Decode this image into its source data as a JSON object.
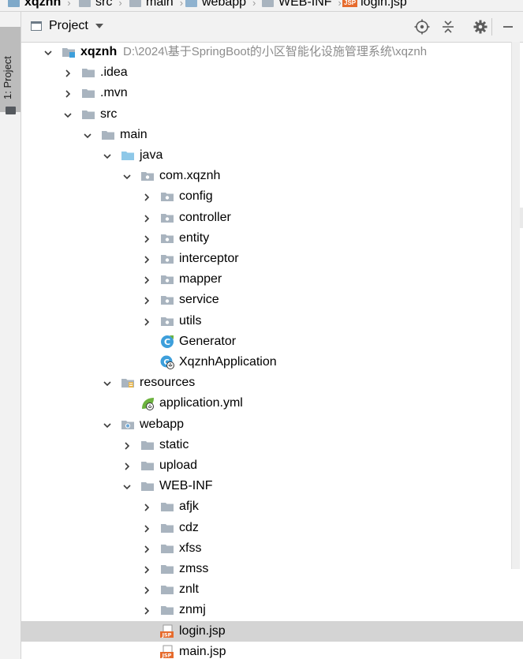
{
  "breadcrumb": {
    "items": [
      {
        "label": "xqznh",
        "icon": "module-folder-icon"
      },
      {
        "label": "src",
        "icon": "folder-icon"
      },
      {
        "label": "main",
        "icon": "folder-icon"
      },
      {
        "label": "webapp",
        "icon": "web-folder-icon"
      },
      {
        "label": "WEB-INF",
        "icon": "folder-icon"
      },
      {
        "label": "login.jsp",
        "icon": "jsp-file-icon"
      }
    ],
    "jsp_badge": "JSP"
  },
  "tool_window": {
    "tab_label": "1: Project"
  },
  "panel_header": {
    "view_label": "Project",
    "buttons": [
      "locate-icon",
      "collapse-all-icon",
      "gear-icon",
      "hide-icon"
    ]
  },
  "tree": {
    "root": {
      "label": "xqznh",
      "path": "D:\\2024\\基于SpringBoot的小区智能化设施管理系统\\xqznh"
    },
    "items": [
      {
        "label": ".idea",
        "depth": 1,
        "state": "collapsed",
        "icon": "folder"
      },
      {
        "label": ".mvn",
        "depth": 1,
        "state": "collapsed",
        "icon": "folder"
      },
      {
        "label": "src",
        "depth": 1,
        "state": "expanded",
        "icon": "folder"
      },
      {
        "label": "main",
        "depth": 2,
        "state": "expanded",
        "icon": "folder"
      },
      {
        "label": "java",
        "depth": 3,
        "state": "expanded",
        "icon": "source-folder"
      },
      {
        "label": "com.xqznh",
        "depth": 4,
        "state": "expanded",
        "icon": "package"
      },
      {
        "label": "config",
        "depth": 5,
        "state": "collapsed",
        "icon": "package"
      },
      {
        "label": "controller",
        "depth": 5,
        "state": "collapsed",
        "icon": "package"
      },
      {
        "label": "entity",
        "depth": 5,
        "state": "collapsed",
        "icon": "package"
      },
      {
        "label": "interceptor",
        "depth": 5,
        "state": "collapsed",
        "icon": "package"
      },
      {
        "label": "mapper",
        "depth": 5,
        "state": "collapsed",
        "icon": "package"
      },
      {
        "label": "service",
        "depth": 5,
        "state": "collapsed",
        "icon": "package"
      },
      {
        "label": "utils",
        "depth": 5,
        "state": "collapsed",
        "icon": "package"
      },
      {
        "label": "Generator",
        "depth": 5,
        "state": "leaf",
        "icon": "class"
      },
      {
        "label": "XqznhApplication",
        "depth": 5,
        "state": "leaf",
        "icon": "spring-class"
      },
      {
        "label": "resources",
        "depth": 3,
        "state": "expanded",
        "icon": "resources-folder"
      },
      {
        "label": "application.yml",
        "depth": 4,
        "state": "leaf",
        "icon": "yml"
      },
      {
        "label": "webapp",
        "depth": 3,
        "state": "expanded",
        "icon": "web-folder"
      },
      {
        "label": "static",
        "depth": 4,
        "state": "collapsed",
        "icon": "folder"
      },
      {
        "label": "upload",
        "depth": 4,
        "state": "collapsed",
        "icon": "folder"
      },
      {
        "label": "WEB-INF",
        "depth": 4,
        "state": "expanded",
        "icon": "folder"
      },
      {
        "label": "afjk",
        "depth": 5,
        "state": "collapsed",
        "icon": "folder"
      },
      {
        "label": "cdz",
        "depth": 5,
        "state": "collapsed",
        "icon": "folder"
      },
      {
        "label": "xfss",
        "depth": 5,
        "state": "collapsed",
        "icon": "folder"
      },
      {
        "label": "zmss",
        "depth": 5,
        "state": "collapsed",
        "icon": "folder"
      },
      {
        "label": "znlt",
        "depth": 5,
        "state": "collapsed",
        "icon": "folder"
      },
      {
        "label": "znmj",
        "depth": 5,
        "state": "collapsed",
        "icon": "folder"
      },
      {
        "label": "login.jsp",
        "depth": 5,
        "state": "leaf",
        "icon": "jsp",
        "selected": true
      },
      {
        "label": "main.jsp",
        "depth": 5,
        "state": "leaf",
        "icon": "jsp"
      }
    ]
  },
  "colors": {
    "folder": "#a9b4bf",
    "source_folder": "#8ec8e8",
    "class_icon": "#3d9fdb",
    "spring_green": "#6db33f",
    "jsp_badge": "#e66b2d",
    "selection": "#d4d4d4"
  }
}
